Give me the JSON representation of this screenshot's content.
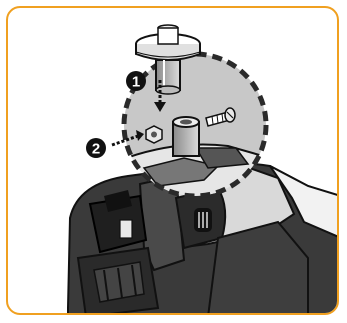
{
  "figure": {
    "frame_color": "#f0a020",
    "callouts": [
      {
        "number": "1",
        "icon": "circle-number-1"
      },
      {
        "number": "2",
        "icon": "circle-number-2"
      }
    ]
  }
}
